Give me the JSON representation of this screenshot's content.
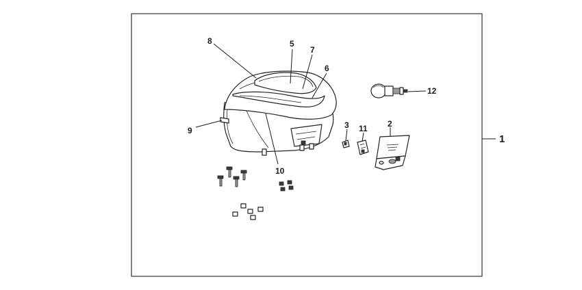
{
  "diagram": {
    "callouts": [
      {
        "id": "1",
        "text": "1"
      },
      {
        "id": "2",
        "text": "2"
      },
      {
        "id": "3",
        "text": "3"
      },
      {
        "id": "5",
        "text": "5"
      },
      {
        "id": "6",
        "text": "6"
      },
      {
        "id": "7",
        "text": "7"
      },
      {
        "id": "8",
        "text": "8"
      },
      {
        "id": "9",
        "text": "9"
      },
      {
        "id": "10",
        "text": "10"
      },
      {
        "id": "11",
        "text": "11"
      },
      {
        "id": "12",
        "text": "12"
      }
    ]
  }
}
